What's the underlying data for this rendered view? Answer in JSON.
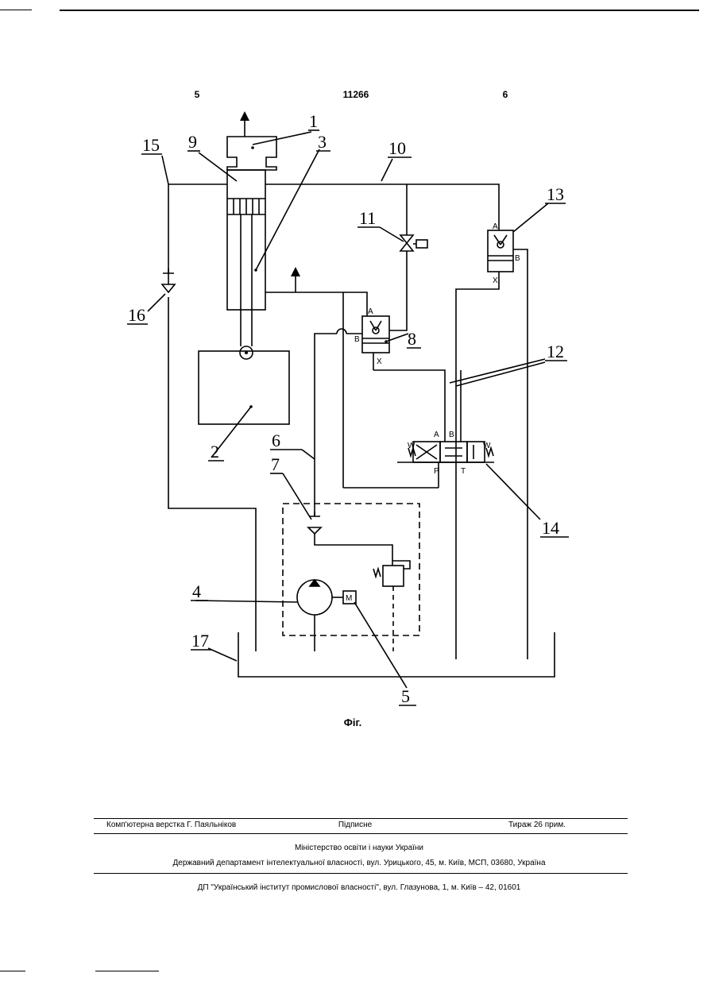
{
  "header": {
    "page_left": "5",
    "patent_number": "11266",
    "page_right": "6"
  },
  "figure": {
    "labels": [
      "1",
      "2",
      "3",
      "4",
      "5",
      "6",
      "7",
      "8",
      "9",
      "10",
      "11",
      "12",
      "13",
      "14",
      "15",
      "16",
      "17"
    ],
    "port_labels": {
      "a": "A",
      "b": "B",
      "x": "X",
      "p": "P",
      "t": "T",
      "w": "W",
      "m": "M"
    },
    "caption": "Фіг."
  },
  "footer": {
    "typesetting": "Комп'ютерна верстка Г. Паяльніков",
    "signed": "Підписне",
    "circulation": "Тираж 26 прим.",
    "ministry": "Міністерство освіти і науки України",
    "department": "Державний департамент інтелектуальної власності, вул. Урицького, 45, м. Київ, МСП, 03680, Україна",
    "institute": "ДП \"Український інститут промислової власності\", вул. Глазунова, 1, м. Київ – 42, 01601"
  }
}
